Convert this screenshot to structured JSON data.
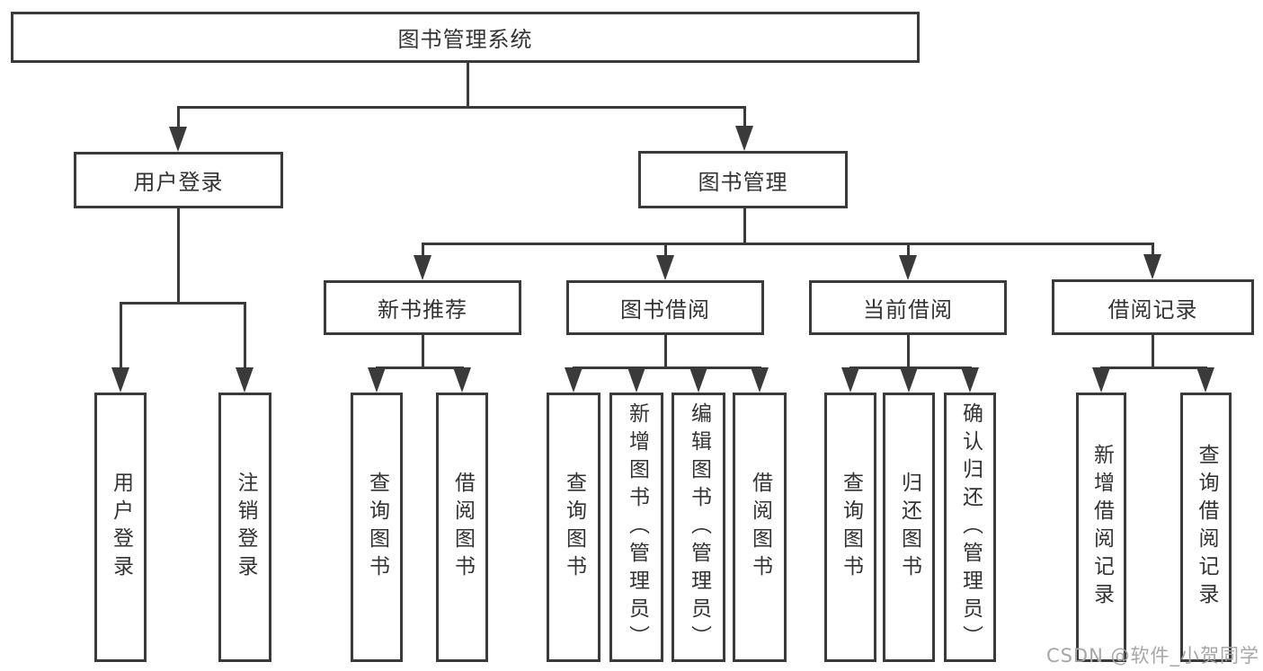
{
  "nodes": {
    "root": "图书管理系统",
    "user_login": "用户登录",
    "book_management": "图书管理",
    "new_book_recommend": "新书推荐",
    "book_borrow": "图书借阅",
    "current_borrow": "当前借阅",
    "borrow_records": "借阅记录",
    "leaf_user_login": "用户登录",
    "leaf_logout": "注销登录",
    "leaf_recommend_query_books": "查询图书",
    "leaf_recommend_borrow_books": "借阅图书",
    "leaf_borrow_query_books": "查询图书",
    "leaf_borrow_add_books_admin": "新增图书（管理员）",
    "leaf_borrow_edit_books_admin": "编辑图书（管理员）",
    "leaf_borrow_borrow_books": "借阅图书",
    "leaf_current_query_books": "查询图书",
    "leaf_current_return_books": "归还图书",
    "leaf_current_confirm_return_admin": "确认归还（管理员）",
    "leaf_records_add_record": "新增借阅记录",
    "leaf_records_query_record": "查询借阅记录"
  },
  "watermark": "CSDN @软件_小贺同学",
  "colors": {
    "line": "#3a3a3a",
    "text": "#333333",
    "watermark": "#a6a6a6",
    "background": "#ffffff"
  }
}
